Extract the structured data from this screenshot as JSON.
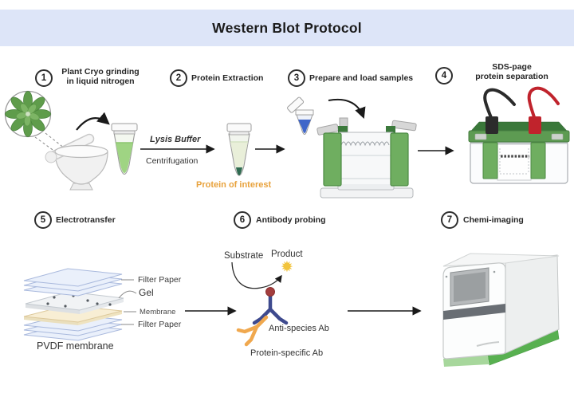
{
  "title": "Western Blot Protocol",
  "steps": [
    {
      "num": "1",
      "line1": "Plant Cryo grinding",
      "line2": "in liquid nitrogen"
    },
    {
      "num": "2",
      "line1": "Protein Extraction",
      "line2": ""
    },
    {
      "num": "3",
      "line1": "Prepare and load samples",
      "line2": ""
    },
    {
      "num": "4",
      "line1": "SDS-page",
      "line2": "protein separation"
    },
    {
      "num": "5",
      "line1": "Electrotransfer",
      "line2": ""
    },
    {
      "num": "6",
      "line1": "Antibody probing",
      "line2": ""
    },
    {
      "num": "7",
      "line1": "Chemi-imaging",
      "line2": ""
    }
  ],
  "step2": {
    "lysis": "Lysis Buffer",
    "centrifugation": "Centrifugation",
    "protein_of_interest": "Protein of interest"
  },
  "step5": {
    "filter_paper_top": "Filter Paper",
    "gel": "Gel",
    "membrane": "Membrane",
    "filter_paper_bottom": "Filter Paper",
    "caption": "PVDF membrane"
  },
  "step6": {
    "substrate": "Substrate",
    "product": "Product",
    "anti_species": "Anti-species Ab",
    "protein_specific": "Protein-specific Ab"
  },
  "icons": {
    "product_star": "✹"
  },
  "colors": {
    "band": "#dde5f8",
    "ink": "#262626",
    "orange_text": "#e8a23c",
    "green_liquid": "#9fd483",
    "green_pale": "#e9efd9",
    "green_pellet": "#2f6b51",
    "green_clamp": "#6fae60",
    "green_clamp_border": "#4c8a44",
    "green_lid_top": "#3a783a",
    "green_lid_front": "#5d9b52",
    "blue_liquid": "#3f66c9",
    "navy_ab": "#3e4a8e",
    "orange_ab": "#f0a84e",
    "red_enzyme": "#a33d3d",
    "star_yellow": "#f2c43c",
    "paper_fill": "#eaf0fb",
    "paper_border": "#a9b9dd",
    "membrane_fill": "#f8eed4",
    "membrane_border": "#ddc99b",
    "gel_fill": "#f1f3f5",
    "gel_border": "#c3c9cf",
    "machine_stripe": "#696e74",
    "machine_green": "#58b050",
    "cable_black": "#2b2b2b",
    "cable_red": "#c0232c",
    "arrow": "#1a1a1a"
  }
}
